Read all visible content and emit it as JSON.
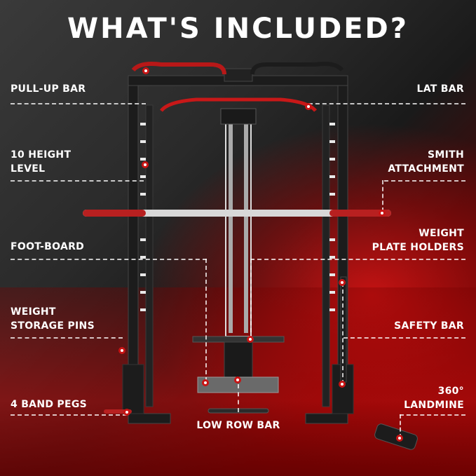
{
  "title": "WHAT'S INCLUDED?",
  "labels": {
    "pull_up_bar": "PULL-UP BAR",
    "lat_bar": "LAT BAR",
    "height_level_1": "10 HEIGHT",
    "height_level_2": "LEVEL",
    "smith_1": "SMITH",
    "smith_2": "ATTACHMENT",
    "foot_board": "FOOT-BOARD",
    "plate_holders_1": "WEIGHT",
    "plate_holders_2": "PLATE HOLDERS",
    "storage_pins_1": "WEIGHT",
    "storage_pins_2": "STORAGE PINS",
    "safety_bar": "SAFETY BAR",
    "band_pegs": "4 BAND PEGS",
    "landmine_1": "360°",
    "landmine_2": "LANDMINE",
    "low_row_bar": "LOW ROW BAR"
  },
  "colors": {
    "accent": "#c81414",
    "frame": "#1c1c1c",
    "text": "#ffffff"
  }
}
